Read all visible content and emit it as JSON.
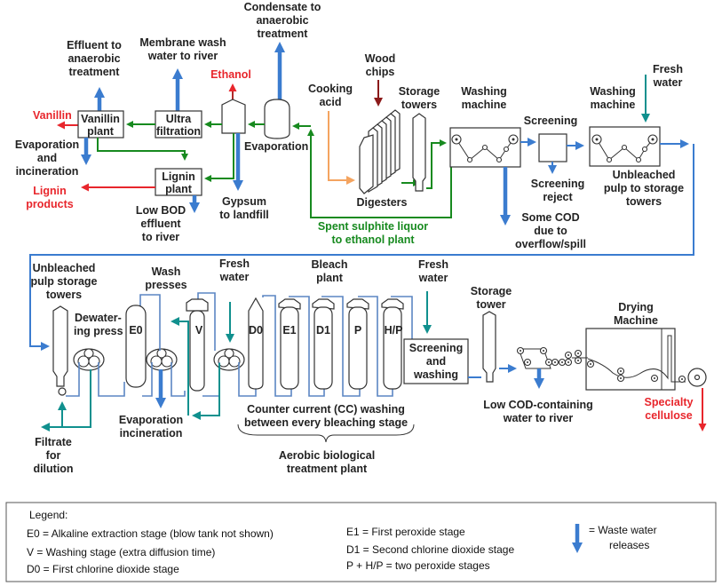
{
  "colors": {
    "waste_water": "#3b7ccf",
    "pulp_flow": "#5b86c3",
    "spent_liquor": "#178a1f",
    "fresh_water": "#10908e",
    "product": "#e8262c",
    "wood_chips": "#8b1a1a",
    "cooking_acid": "#f4a460"
  },
  "top_section": {
    "condensate": [
      "Condensate to",
      "anaerobic",
      "treatment"
    ],
    "effluent": [
      "Effluent to",
      "anaerobic",
      "treatment"
    ],
    "membrane_wash": [
      "Membrane wash",
      "water to river"
    ],
    "ethanol": "Ethanol",
    "vanillin": "Vanillin",
    "vanillin_plant": [
      "Vanillin",
      "plant"
    ],
    "ultra_filtration": [
      "Ultra",
      "filtration"
    ],
    "evaporation": "Evaporation",
    "evap_incineration": [
      "Evaporation",
      "and",
      "incineration"
    ],
    "lignin_products": [
      "Lignin",
      "products"
    ],
    "lignin_plant": [
      "Lignin",
      "plant"
    ],
    "low_bod": [
      "Low BOD",
      "effluent",
      "to river"
    ],
    "gypsum": [
      "Gypsum",
      "to landfill"
    ],
    "cooking_acid": [
      "Cooking",
      "acid"
    ],
    "wood_chips": [
      "Wood",
      "chips"
    ],
    "storage_towers": [
      "Storage",
      "towers"
    ],
    "digesters": "Digesters",
    "washing_machine_1": [
      "Washing",
      "machine"
    ],
    "screening": "Screening",
    "screening_reject": [
      "Screening",
      "reject"
    ],
    "washing_machine_2": [
      "Washing",
      "machine"
    ],
    "fresh_water": [
      "Fresh",
      "water"
    ],
    "unbleached_to_storage": [
      "Unbleached",
      "pulp to storage",
      "towers"
    ],
    "some_cod": [
      "Some COD",
      "due to",
      "overflow/spill"
    ],
    "spent_liquor": [
      "Spent sulphite liquor",
      "to ethanol plant"
    ]
  },
  "bottom_section": {
    "unbleached_storage": [
      "Unbleached",
      "pulp storage",
      "towers"
    ],
    "dewatering_press": [
      "Dewater-",
      "ing press"
    ],
    "wash_presses": [
      "Wash",
      "presses"
    ],
    "fresh_water_1": [
      "Fresh",
      "water"
    ],
    "bleach_plant": [
      "Bleach",
      "plant"
    ],
    "fresh_water_2": [
      "Fresh",
      "water"
    ],
    "storage_tower": [
      "Storage",
      "tower"
    ],
    "drying_machine": [
      "Drying",
      "Machine"
    ],
    "stages": [
      "E0",
      "V",
      "D0",
      "E1",
      "D1",
      "P",
      "H/P"
    ],
    "screening_washing": [
      "Screening",
      "and",
      "washing"
    ],
    "filtrate": [
      "Filtrate",
      "for",
      "dilution"
    ],
    "evap_incineration": [
      "Evaporation",
      "incineration"
    ],
    "counter_current": [
      "Counter current (CC) washing",
      "between every bleaching stage"
    ],
    "aerobic": [
      "Aerobic biological",
      "treatment plant"
    ],
    "low_cod": [
      "Low COD-containing",
      "water to river"
    ],
    "specialty_cellulose": [
      "Specialty",
      "cellulose"
    ]
  },
  "legend": {
    "title": "Legend:",
    "col1": [
      "E0 = Alkaline extraction stage (blow tank not shown)",
      "V  = Washing stage (extra diffusion time)",
      "D0 = First chlorine dioxide stage"
    ],
    "col2": [
      "E1 = First peroxide stage",
      "D1 = Second chlorine dioxide stage",
      "P + H/P = two peroxide stages"
    ],
    "waste_label": [
      "= Waste water",
      "releases"
    ]
  }
}
